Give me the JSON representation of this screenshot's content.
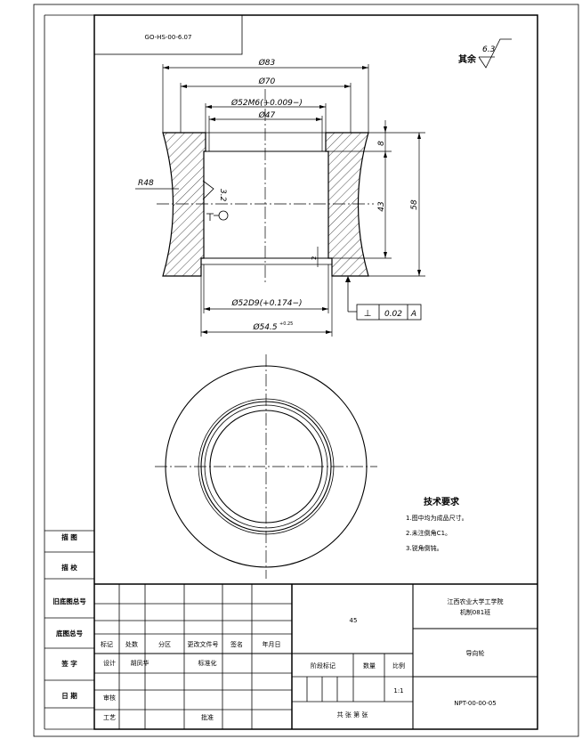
{
  "drawing_number_box": "GO-HS-00-6.07",
  "surface_finish": {
    "qualifier": "其余",
    "value": "6.3"
  },
  "dimensions": {
    "d83": "Ø83",
    "d70": "Ø70",
    "d52M6": "Ø52M6(+0.009−)",
    "d47": "Ø47",
    "d52D9": "Ø52D9(+0.174−)",
    "d54_5": "Ø54.5",
    "d54_5_tol": "+0.25",
    "len8": "8",
    "len43": "43",
    "len58": "58",
    "r48": "R48",
    "rough_side": "3.2",
    "datum_small": "2",
    "tolerance_frame": {
      "symbol": "⊥",
      "value": "0.02",
      "datum": "A"
    }
  },
  "tech_requirements": {
    "title": "技术要求",
    "items": [
      "1.图中均为成品尺寸。",
      "2.未注倒角C1。",
      "3.锐角倒钝。"
    ]
  },
  "left_strip": {
    "labels": [
      "描 图",
      "描 校",
      "旧底图总号",
      "底图总号",
      "签 字",
      "日 期"
    ]
  },
  "title_block": {
    "material": "45",
    "institution_line1": "江西农业大学工学院",
    "institution_line2": "机制081班",
    "part_name": "导向轮",
    "drawing_code": "NPT-00-00-05",
    "scale_value": "1:1",
    "sheets": "共 张   第 张",
    "head_row": [
      "标记",
      "处数",
      "分区",
      "更改文件号",
      "签名",
      "年月日"
    ],
    "design_row": [
      "设计",
      "胡凤华",
      "标准化"
    ],
    "check_label": "审核",
    "process_label": "工艺",
    "approve_label": "批准",
    "stage_label": "阶段标记",
    "weight_label": "数量",
    "scale_label": "比例"
  }
}
